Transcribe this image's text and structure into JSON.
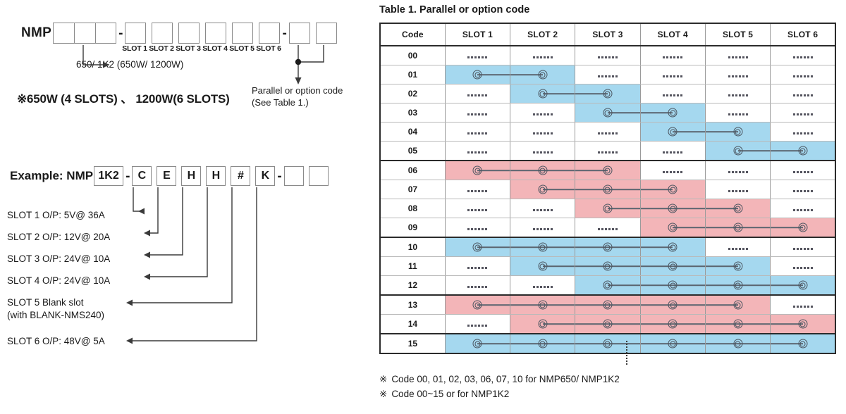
{
  "left_panel": {
    "model_prefix": "NMP",
    "separator": "-",
    "slot_labels": [
      "SLOT 1",
      "SLOT 2",
      "SLOT 3",
      "SLOT 4",
      "SLOT 5",
      "SLOT 6"
    ],
    "power_note": "650/ 1K2 (650W/ 1200W)",
    "wattage_note": "※650W (4 SLOTS) 、 1200W(6 SLOTS)",
    "parallel_note_line1": "Parallel or option code",
    "parallel_note_line2": "(See Table 1.)",
    "example": {
      "title": "Example: NMP",
      "model_code": "1K2",
      "dash1": "-",
      "codes": [
        "C",
        "E",
        "H",
        "H",
        "#",
        "K"
      ],
      "dash2": "-",
      "trailing_boxes": 2
    },
    "slot_descriptions": [
      {
        "label": "SLOT 1  O/P: 5V@ 36A"
      },
      {
        "label": "SLOT 2  O/P: 12V@ 20A"
      },
      {
        "label": "SLOT 3  O/P: 24V@ 10A"
      },
      {
        "label": "SLOT 4  O/P: 24V@ 10A"
      },
      {
        "label": "SLOT 5  Blank slot"
      },
      {
        "label": "(with BLANK-NMS240)"
      },
      {
        "label": "SLOT 6  O/P: 48V@ 5A"
      }
    ]
  },
  "table": {
    "title": "Table 1. Parallel or option code",
    "columns": [
      "Code",
      "SLOT 1",
      "SLOT 2",
      "SLOT 3",
      "SLOT 4",
      "SLOT 5",
      "SLOT 6"
    ],
    "blank_marker": "-----",
    "colors": {
      "blue": "#a5d8ef",
      "pink": "#f3b5b8",
      "border": "#2b2b2b"
    },
    "rows": [
      {
        "code": "00",
        "color": "none",
        "start": 0,
        "span": 0,
        "group_end": false
      },
      {
        "code": "01",
        "color": "blue",
        "start": 1,
        "span": 2,
        "group_end": false
      },
      {
        "code": "02",
        "color": "blue",
        "start": 2,
        "span": 2,
        "group_end": false
      },
      {
        "code": "03",
        "color": "blue",
        "start": 3,
        "span": 2,
        "group_end": false
      },
      {
        "code": "04",
        "color": "blue",
        "start": 4,
        "span": 2,
        "group_end": false
      },
      {
        "code": "05",
        "color": "blue",
        "start": 5,
        "span": 2,
        "group_end": true
      },
      {
        "code": "06",
        "color": "pink",
        "start": 1,
        "span": 3,
        "group_end": false
      },
      {
        "code": "07",
        "color": "pink",
        "start": 2,
        "span": 3,
        "group_end": false
      },
      {
        "code": "08",
        "color": "pink",
        "start": 3,
        "span": 3,
        "group_end": false
      },
      {
        "code": "09",
        "color": "pink",
        "start": 4,
        "span": 3,
        "group_end": true
      },
      {
        "code": "10",
        "color": "blue",
        "start": 1,
        "span": 4,
        "group_end": false
      },
      {
        "code": "11",
        "color": "blue",
        "start": 2,
        "span": 4,
        "group_end": false
      },
      {
        "code": "12",
        "color": "blue",
        "start": 3,
        "span": 4,
        "group_end": true
      },
      {
        "code": "13",
        "color": "pink",
        "start": 1,
        "span": 5,
        "group_end": false
      },
      {
        "code": "14",
        "color": "pink",
        "start": 2,
        "span": 5,
        "group_end": true
      },
      {
        "code": "15",
        "color": "blue",
        "start": 1,
        "span": 6,
        "group_end": false
      }
    ]
  },
  "footnotes": [
    {
      "mark": "※",
      "text": "Code 00, 01, 02, 03, 06, 07, 10 for NMP650/ NMP1K2"
    },
    {
      "mark": "※",
      "text": "Code 00~15 or for NMP1K2"
    }
  ]
}
